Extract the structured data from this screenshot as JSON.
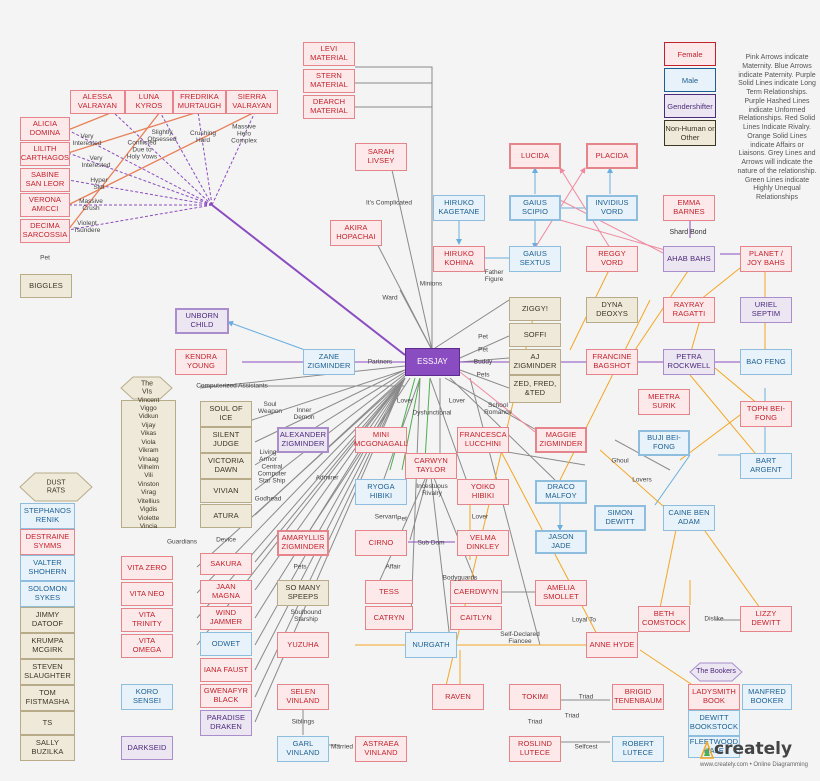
{
  "legend": {
    "female": "Female",
    "male": "Male",
    "gendershifter": "Gendershifter",
    "nonhuman": "Non-Human or Other"
  },
  "note": "Pink Arrows indicate Maternity. Blue Arrows indicate Paternity. Purple Solid Lines indicate Long Term Relationships. Purple Hashed Lines indicate Unformed Relationships. Red Solid Lines Indicate Rivalry. Orange Solid Lines indicate Affairs or Liaisons. Grey Lines and Arrows will indicate the nature of the relationship. Green Lines indicate Highly Unequal Relationships",
  "nodes": {
    "levi": "Levi Material",
    "stern": "Stern Material",
    "dearch": "Dearch Material",
    "essjay": "Essjay",
    "alessa": "Alessa Valrayan",
    "luna": "Luna Kyros",
    "fredrika": "Fredrika Murtaugh",
    "sierra": "Sierra Valrayan",
    "alicia": "Alicia Domina",
    "lilith": "Lilith Carthagos",
    "sabine": "Sabine San Leor",
    "verona": "Verona Amicci",
    "decima": "Decima Sarcossia",
    "biggles": "Biggles",
    "sarah": "Sarah Livsey",
    "akira": "Akira Hopachai",
    "lucida": "Lucida",
    "placida": "Placida",
    "hiruko_k": "Hiruko Kagetane",
    "gaius_sc": "Gaius Scipio",
    "invidius": "Invidius Vord",
    "emma": "Emma Barnes",
    "hiruko_ko": "Hiruko Kohina",
    "gaius_se": "Gaius Sextus",
    "reggy": "Reggy Vord",
    "ahab": "Ahab Bahs",
    "planet": "Planet / Joy Bahs",
    "unborn": "Unborn child",
    "ziggy": "Ziggy!",
    "dyna": "Dyna Deoxys",
    "rayray": "Rayray Ragatti",
    "uriel": "Uriel Septim",
    "soffi": "Soffi",
    "kendra": "Kendra Young",
    "zane": "Zane Zigminder",
    "aj": "AJ Zigminder",
    "francine": "Francine Bagshot",
    "petra": "Petra Rockwell",
    "bao": "Bao Feng",
    "zed": "Zed, Fred, &Ted",
    "meetra": "Meetra Surik",
    "toph": "Toph Bei-Fong",
    "soul": "Soul of Ice",
    "silent": "Silent Judge",
    "victoria": "Victoria Dawn",
    "vivian": "Vivian",
    "atura": "Atura",
    "alexander": "Alexander Zigminder",
    "mini": "Mini McGonagall",
    "francesca": "Francesca Lucchini",
    "maggie": "Maggie Zigminder",
    "buji": "Buji Bei-Fong",
    "carwyn": "Carwyn Taylor",
    "ryoga": "Ryoga Hibiki",
    "yoiko": "Yoiko Hibiki",
    "draco": "Draco Malfoy",
    "bart": "Bart Argent",
    "simon": "Simon Dewitt",
    "caine": "Caine Ben Adam",
    "jason": "Jason Jade",
    "amaryllis": "Amaryllis Zigminder",
    "cirno": "Cirno",
    "velma": "Velma Dinkley",
    "sakura": "Sakura",
    "vita_zero": "Vita Zero",
    "vita_neo": "Vita Neo",
    "vita_trinity": "Vita Trinity",
    "vita_omega": "Vita Omega",
    "jaan": "Jaan Magna",
    "wind": "Wind Jammer",
    "odwet": "Odwet",
    "iana": "Iana Faust",
    "gwenafyr": "Gwenafyr Black",
    "paradise": "Paradise Draken",
    "speeps": "So Many Speeps",
    "tess": "Tess",
    "catryn": "Catryn",
    "caerdwyn": "Caerdwyn",
    "caitlyn": "Caitlyn",
    "amelia": "Amelia Smollet",
    "beth": "Beth Comstock",
    "lizzy": "Lizzy Dewitt",
    "yuzuha": "Yuzuha",
    "nurgath": "Nurgath",
    "anne": "Anne Hyde",
    "koro": "Koro Sensei",
    "selen": "Selen Vinland",
    "raven": "Raven",
    "tokimi": "Tokimi",
    "brigid": "Brigid Tenenbaum",
    "ladysmith": "Ladysmith Book",
    "manfred": "Manfred Booker",
    "dewitt": "DeWitt Bookstock",
    "fleetwood": "Fleetwood Hale",
    "darkseid": "Darkseid",
    "garl": "Garl Vinland",
    "astraea": "Astraea Vinland",
    "roslind": "Roslind Lutece",
    "robert": "Robert Lutece",
    "stephanos": "Stephanos Renik",
    "destraine": "Destraine Symms",
    "valter": "Valter Shohern",
    "solomon": "Solomon Sykes",
    "jimmy": "Jimmy Datoof",
    "krumpa": "Krumpa McGirk",
    "steven": "Steven Slaughter",
    "tom": "Tom Fistmasha",
    "ts": "TS",
    "sally": "Sally Buzilka"
  },
  "groups": {
    "vis_title": "The\nVIs",
    "vis_list": "Vincent\nViggo\nVidkun\nVijay\nVikas\nViola\nVikram\nVinaag\nVilhelm\nVili\nVinston\nVirag\nVitellius\nVigdis\nViolette\nVincia",
    "dust_title": "DUST\nRATS",
    "bookers_title": "The Bookers",
    "shard_bond": "Shard Bond"
  },
  "labels": {
    "very_interested": "Very\nInterested",
    "conflicted": "Conflicted\nDue to\nHoly Vows",
    "slightly_obsessed": "Slightly\nObsessed",
    "crushing_hard": "Crushing\nHard",
    "massive_hero": "Massive\nHero\nComplex",
    "very_interested2": "Very\nInterested",
    "hyper_slut": "Hyper\nSlut",
    "massive_crush": "Massive\nCrush",
    "violent_tsundere": "Violent\nTsundere",
    "pet": "Pet",
    "its_complicated": "It's Complicated",
    "minions": "Minions",
    "ward": "Ward",
    "father_figure": "Father\nFigure",
    "pet2": "Pet",
    "pet3": "Pet",
    "buddy": "Buddy",
    "pets": "Pets",
    "partners": "Partners",
    "computerized": "Computerized Assistants",
    "soul_weapon": "Soul\nWeapon",
    "inner_demon": "Inner\nDemon",
    "living_armor": "Living\nArmor",
    "central_computer": "Central\nComputer\nStar Ship",
    "godhead": "Godhead",
    "lover1": "Lover",
    "dysfunctional": "Dysfunctional",
    "lover2": "Lover",
    "school_romance": "School\nRomance",
    "admirer": "Admirer",
    "incestuous": "Incestuous\nRivalry",
    "ghoul": "Ghoul",
    "lovers": "Lovers",
    "servant": "Servant",
    "lover3": "Lover",
    "pet_sub": "Pet",
    "sub_dom": "Sub Dom",
    "guardians": "Guardians",
    "device": "Device",
    "pets2": "Pets",
    "affair": "Affair",
    "bodyguards": "Bodyguards",
    "soulbound": "Soulbound\nStarship",
    "loyal_to": "Loyal To",
    "dislike": "Dislike",
    "self_declared": "Self-Declared\nFiancee",
    "triad1": "Triad",
    "triad2": "Triad",
    "siblings": "Siblings",
    "married": "Married",
    "selfcest": "Selfcest"
  },
  "logo": {
    "brand": "creately",
    "sub": "www.creately.com • Online Diagramming"
  },
  "colors": {
    "female": "#c2222d",
    "male": "#1d5f93",
    "gendershifter": "#4a2a7a",
    "nonhuman": "#3e3624",
    "maternity": "#f08aa0",
    "paternity": "#6aaee0",
    "long_term": "#8a4cc1",
    "rivalry": "#e23a3a",
    "affair": "#f5a623",
    "grey": "#8a8a8a",
    "unequal": "#4caf50"
  }
}
